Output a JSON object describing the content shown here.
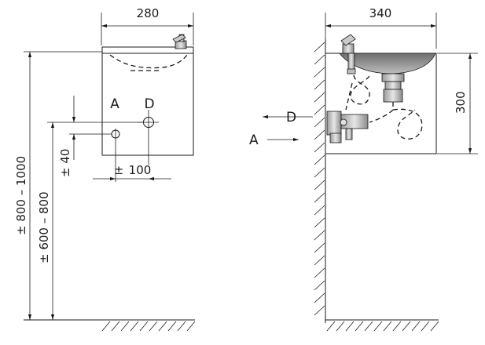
{
  "front_view": {
    "width_dim": "280",
    "label_a": "A",
    "label_d": "D",
    "dim_horizontal": "100",
    "dim_horizontal_prefix": "±",
    "dim_vertical_small": "± 40",
    "dim_height_d": "± 800 – 1000",
    "dim_height_a": "± 600 – 800"
  },
  "side_view": {
    "width_dim": "340",
    "height_dim": "300",
    "label_d": "D",
    "label_a": "A"
  }
}
